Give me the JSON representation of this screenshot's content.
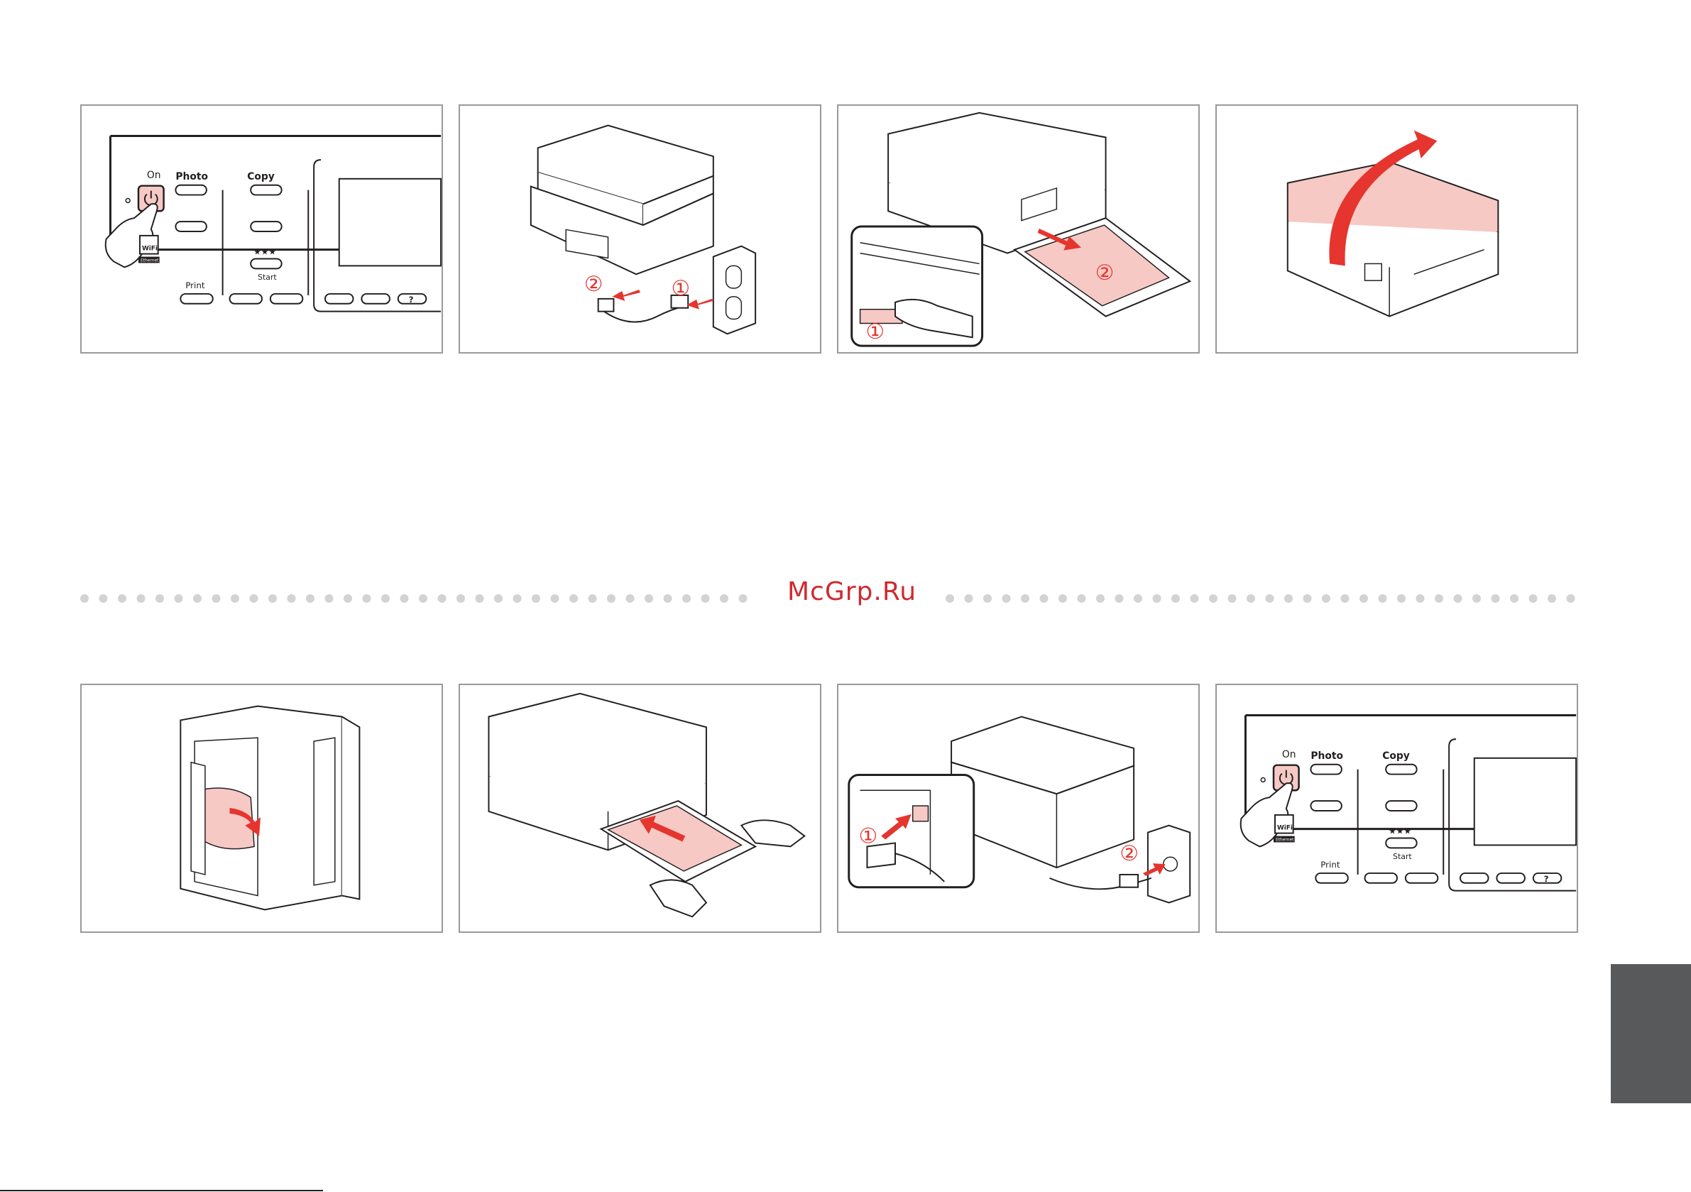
{
  "watermark": "McGrp.Ru",
  "control_panel": {
    "on_label": "On",
    "photo_label": "Photo",
    "copy_label": "Copy",
    "print_label": "Print",
    "start_label": "Start",
    "wifi_label": "WiFi",
    "ethernet_label": "Ethernet",
    "stars": "★★★",
    "help_symbol": "?"
  },
  "step_markers": {
    "one": "①",
    "two": "②"
  },
  "colors": {
    "accent_red": "#e5352e",
    "highlight_pink": "#f6c9c4",
    "panel_border": "#9a9a9a",
    "tab_gray": "#58595b",
    "dot_gray": "#d1d3d4"
  },
  "icons": [
    "power-icon",
    "hand-pointer-icon",
    "wifi-icon",
    "printer-illustration",
    "power-cord-icon",
    "wall-outlet-icon",
    "paper-cassette-icon",
    "arrow-icon"
  ]
}
